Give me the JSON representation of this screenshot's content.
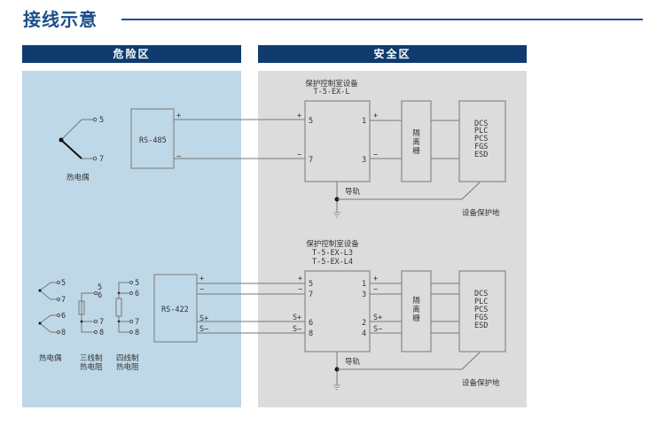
{
  "title": "接线示意",
  "colors": {
    "accent": "#1a4f8c",
    "header_bg": "#0f3b6e",
    "hazard_bg": "#bed8e7",
    "safe_bg": "#dcdcdc"
  },
  "zones": {
    "hazard": {
      "label": "危险区"
    },
    "safe": {
      "label": "安全区"
    }
  },
  "diagram1": {
    "sensor_label": "热电偶",
    "sensor_terminals": [
      "5",
      "7"
    ],
    "transmitter": "RS-485",
    "tx_pins": [
      "+",
      "−"
    ],
    "device_title": "保护控制室设备",
    "device_models": [
      "T-5-EX-L"
    ],
    "device_in_signs": [
      "+",
      "−"
    ],
    "device_in_pins": [
      "5",
      "7"
    ],
    "device_out_pins": [
      "1",
      "3"
    ],
    "device_out_signs": [
      "+",
      "−"
    ],
    "barrier_label": [
      "隔",
      "离",
      "栅"
    ],
    "systems": [
      "DCS",
      "PLC",
      "PCS",
      "FGS",
      "ESD"
    ],
    "rail_label": "导轨",
    "ground_label": "设备保护地"
  },
  "diagram2": {
    "sensor_labels": [
      [
        "热电偶"
      ],
      [
        "三线制",
        "热电阻"
      ],
      [
        "四线制",
        "热电阻"
      ]
    ],
    "thermocouple_terminals": [
      "5",
      "7",
      "6",
      "8"
    ],
    "rtd3_terminals": [
      "5",
      "6",
      "7",
      "8"
    ],
    "rtd4_terminals": [
      "5",
      "6",
      "7",
      "8"
    ],
    "transmitter": "RS-422",
    "tx_pins": [
      "+",
      "−",
      "S+",
      "S−"
    ],
    "device_title": "保护控制室设备",
    "device_models": [
      "T-5-EX-L3",
      "T-5-EX-L4"
    ],
    "device_in_signs": [
      "+",
      "−",
      "S+",
      "S−"
    ],
    "device_in_pins": [
      "5",
      "7",
      "6",
      "8"
    ],
    "device_out_pins": [
      "1",
      "3",
      "2",
      "4"
    ],
    "device_out_signs": [
      "+",
      "−",
      "S+",
      "S−"
    ],
    "barrier_label": [
      "隔",
      "离",
      "栅"
    ],
    "systems": [
      "DCS",
      "PLC",
      "PCS",
      "FGS",
      "ESD"
    ],
    "rail_label": "导轨",
    "ground_label": "设备保护地"
  }
}
